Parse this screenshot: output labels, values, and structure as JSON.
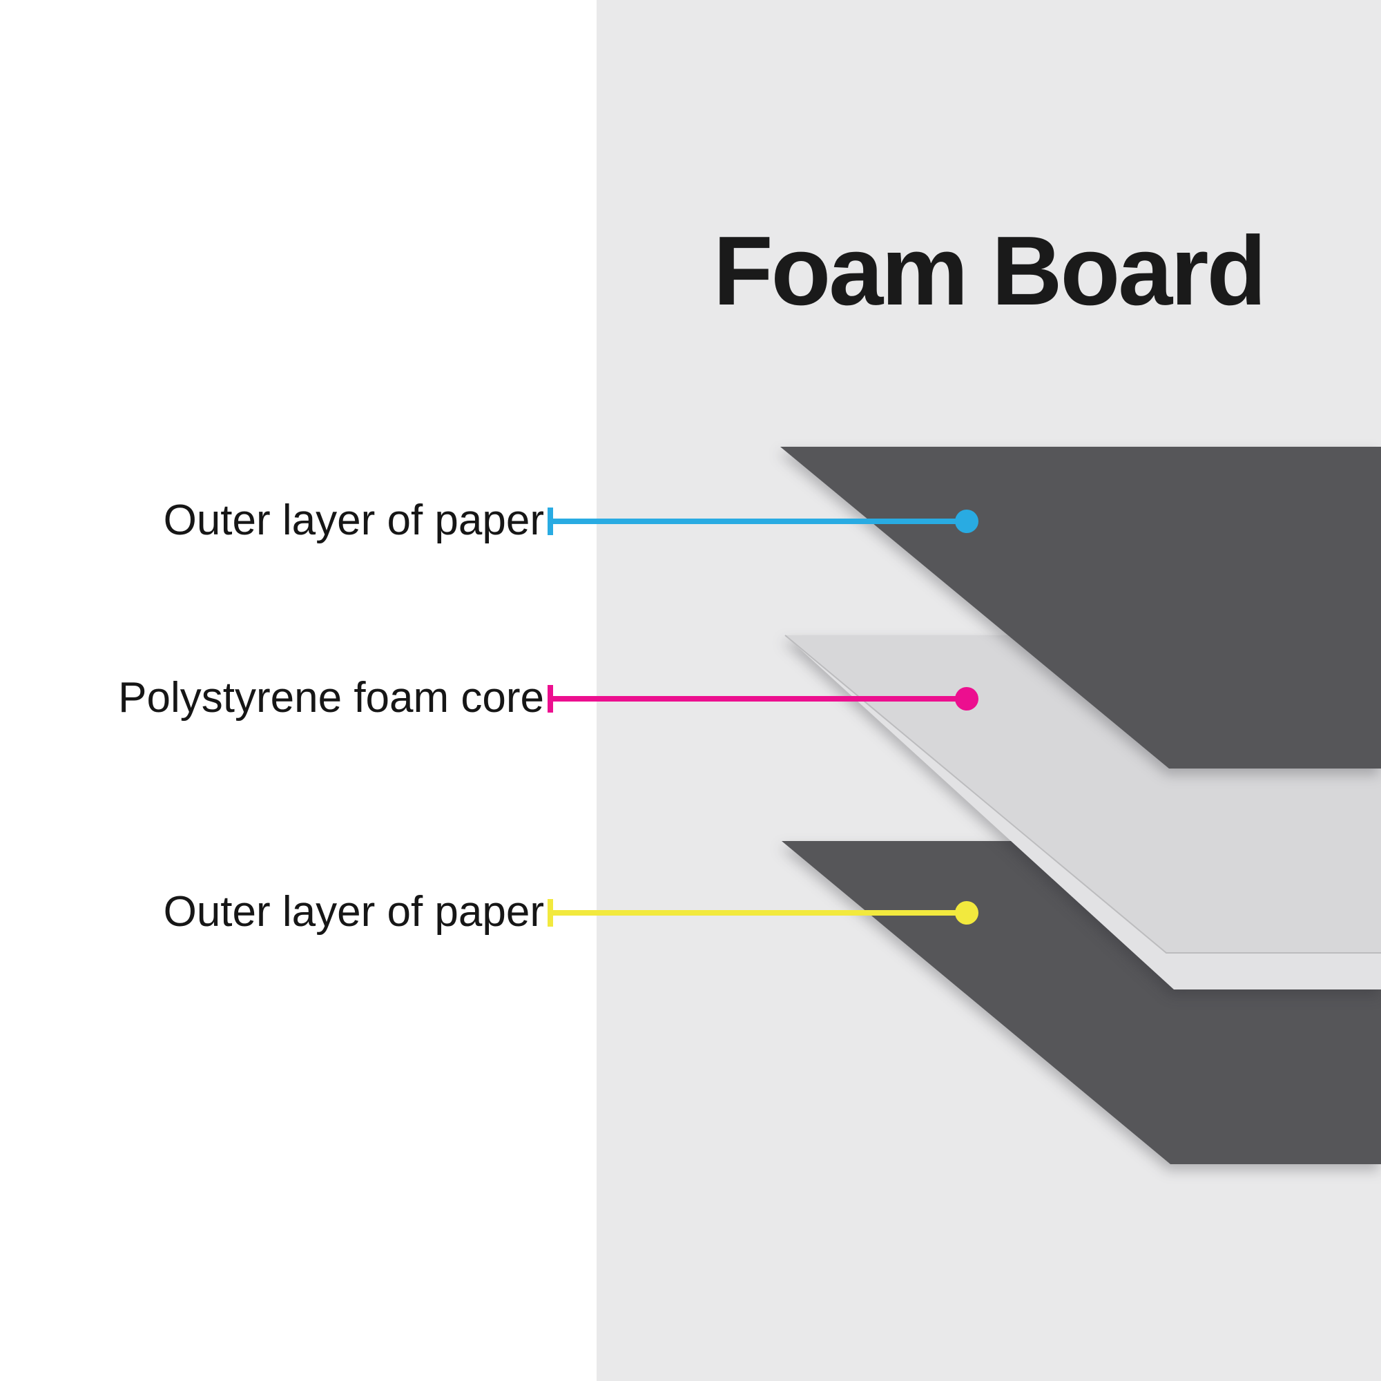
{
  "title": "Foam Board",
  "colors": {
    "background": "#ffffff",
    "panel": "#e9e9ea",
    "paper_dark": "#565659",
    "foam_top": "#d7d7d9",
    "foam_side": "#e2e2e4",
    "foam_seam": "#bcbcbe",
    "text": "#1a1a1a"
  },
  "callouts": [
    {
      "label": "Outer layer of paper",
      "color": "#29abe2"
    },
    {
      "label": "Polystyrene foam core",
      "color": "#ec0f8f"
    },
    {
      "label": "Outer layer of paper",
      "color": "#f2e93e"
    }
  ]
}
